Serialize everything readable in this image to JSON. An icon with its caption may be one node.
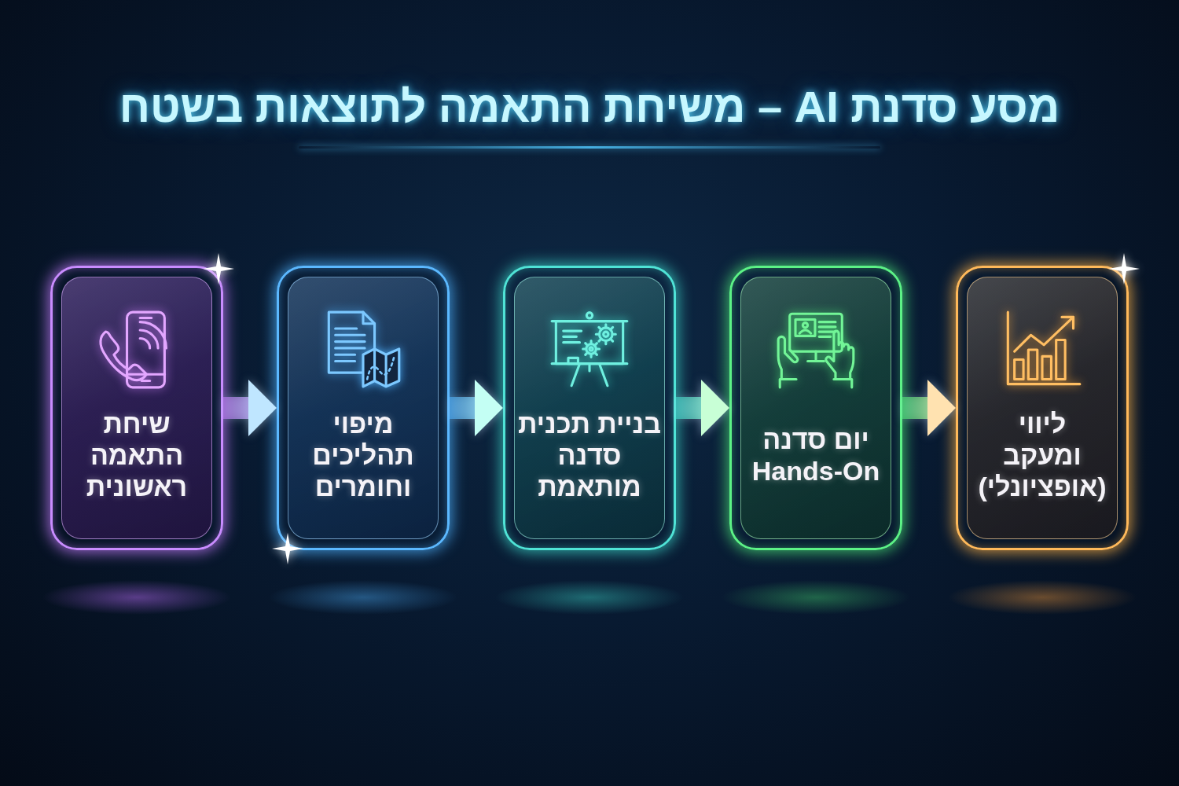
{
  "diagram": {
    "title": "מסע סדנת AI – משיחת התאמה לתוצאות בשטח",
    "nodes": [
      {
        "text": [
          "שיחת התאמה ראשונית"
        ]
      },
      {
        "text": [
          "מיפוי תהליכים וחומרים"
        ]
      },
      {
        "text": [
          "בניית תכנית סדנה מותאמת"
        ]
      },
      {
        "text": [
          "יום סדנה Hands-On"
        ]
      },
      {
        "text": [
          "ליווי ומעקב (אופציונלי)"
        ]
      }
    ],
    "edges": [
      {
        "from": 0,
        "to": 1,
        "arrow": "to"
      },
      {
        "from": 1,
        "to": 2,
        "arrow": "to"
      },
      {
        "from": 2,
        "to": 3,
        "arrow": "to"
      },
      {
        "from": 3,
        "to": 4,
        "arrow": "to"
      }
    ]
  }
}
